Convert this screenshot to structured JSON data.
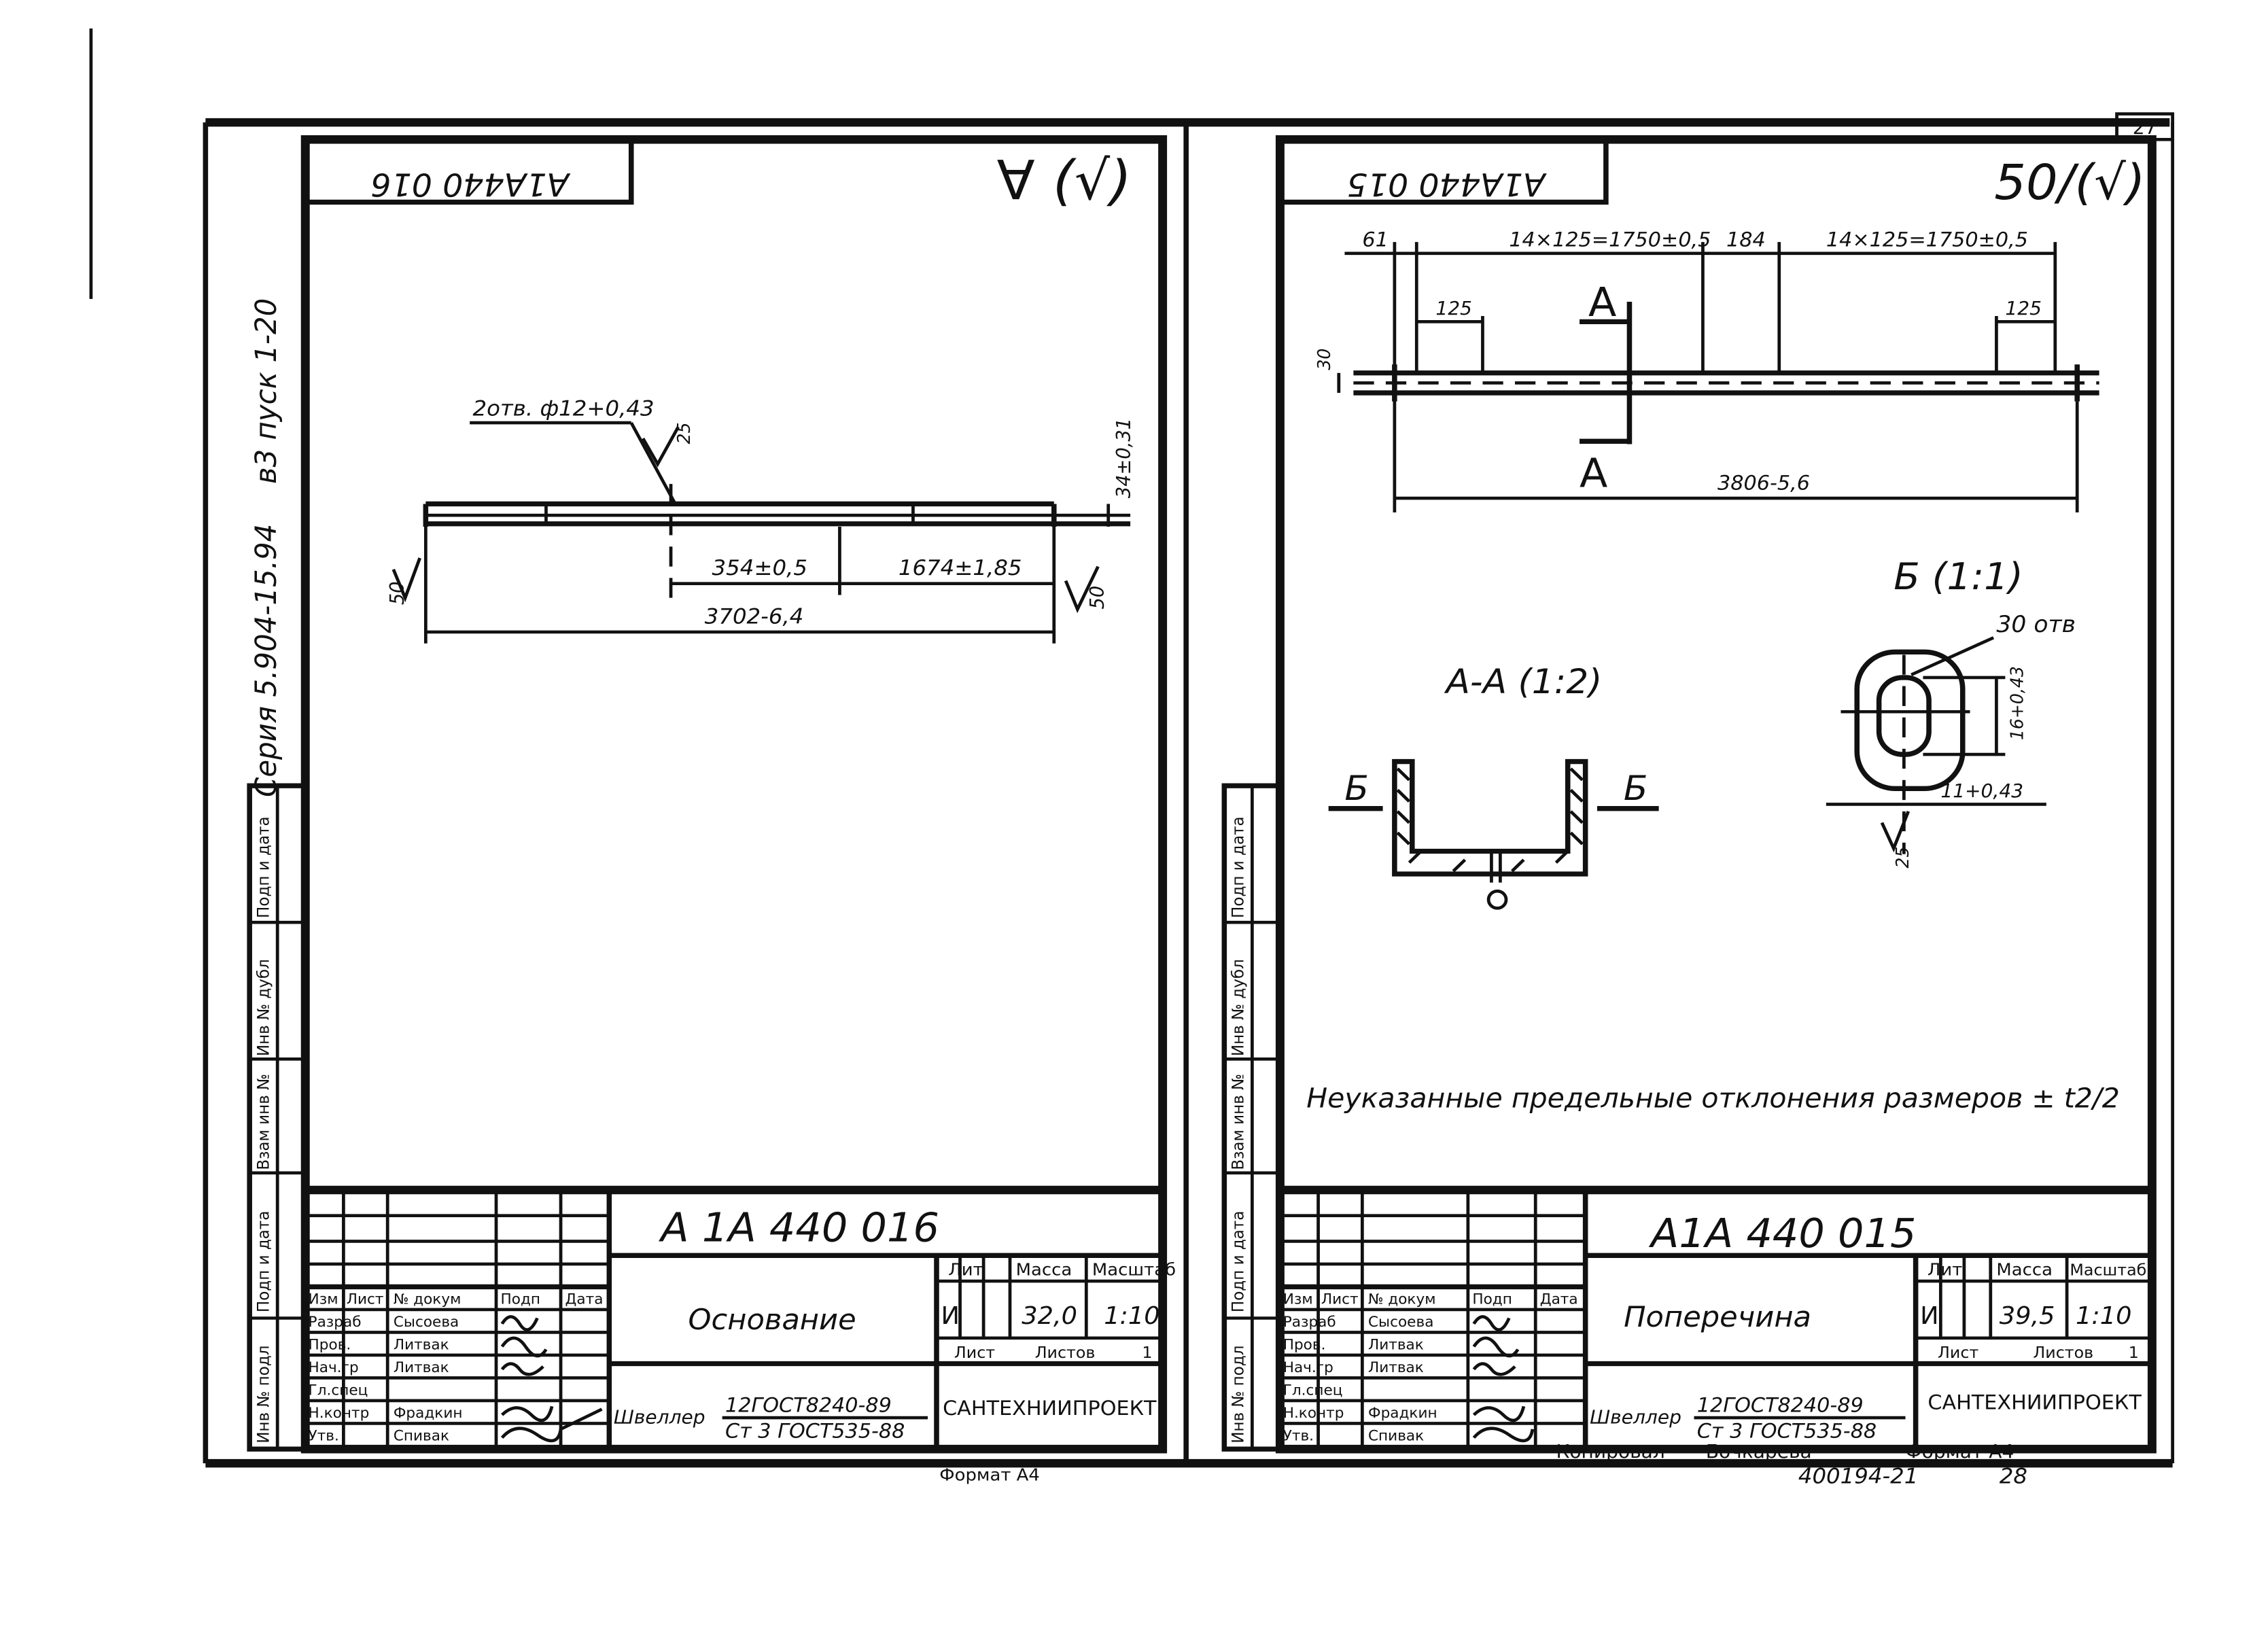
{
  "page": {
    "side_label_series": "Серия 5.904-15.94",
    "side_label_issue": "в3 пуск 1-20",
    "footer_copied": "Копировал",
    "footer_copier": "Бочкарева",
    "footer_format": "Формат А4",
    "footer_code": "400194-21",
    "footer_sheet": "28",
    "corner_sheet": "27"
  },
  "side_stamp": [
    "Подп и дата",
    "Инв № дубл",
    "Взам инв №",
    "Подп и дата",
    "Инв № подл"
  ],
  "left_sheet": {
    "stamp_code_top": "А1А440 016",
    "roughness_mark": "∀ (√)",
    "dimensions": {
      "holes": "2отв. ф12+0,43",
      "hole_roughness": "25",
      "d1": "354±0,5",
      "d2": "1674±1,85",
      "total": "3702-6,4",
      "height": "34±0,31",
      "bevel_left": "50",
      "bevel_right": "50"
    },
    "title_block": {
      "code": "А 1А 440 016",
      "name": "Основание",
      "material_top": "12ГОСТ8240-89",
      "material_bottom": "Ст 3 ГОСТ535-88",
      "material_prefix": "Швеллер",
      "org": "САНТЕХНИИПРОЕКТ",
      "lit": "И",
      "mass": "32,0",
      "scale": "1:10",
      "sheet_label": "Лист",
      "sheets_label": "Листов",
      "sheets_value": "1",
      "hdr_lit": "Лит",
      "hdr_mass": "Масса",
      "hdr_scale": "Масштаб",
      "col_izm": "Изм",
      "col_list": "Лист",
      "col_doc": "№ докум",
      "col_sign": "Подп",
      "col_date": "Дата",
      "roles": [
        "Разраб",
        "Пров.",
        "Нач.гр",
        "Гл.спец",
        "Н.контр",
        "Утв."
      ],
      "people": [
        "Сысоева",
        "Литвак",
        "Литвак",
        "",
        "Фрадкин",
        "Спивак"
      ],
      "format_label": "Формат А4"
    }
  },
  "right_sheet": {
    "stamp_code_top": "А1А440 015",
    "roughness_mark": "50/(√)",
    "dimensions": {
      "d61": "61",
      "span_left": "14×125=1750±0,5",
      "d184": "184",
      "span_right": "14×125=1750±0,5",
      "pitch_left": "125",
      "pitch_right": "125",
      "height": "30",
      "total": "3806-5,6",
      "section_mark": "А"
    },
    "section_aa": "А-А (1:2)",
    "section_b_mark": "Б",
    "view_b": "Б (1:1)",
    "holes_count": "30 отв",
    "hole_h": "16+0,43",
    "hole_w": "11+0,43",
    "hole_roughness": "25",
    "note": "Неуказанные предельные отклонения размеров ± t2/2",
    "title_block": {
      "code": "А1А 440 015",
      "name": "Поперечина",
      "material_top": "12ГОСТ8240-89",
      "material_bottom": "Ст 3 ГОСТ535-88",
      "material_prefix": "Швеллер",
      "org": "САНТЕХНИИПРОЕКТ",
      "lit": "И",
      "mass": "39,5",
      "scale": "1:10",
      "sheet_label": "Лист",
      "sheets_label": "Листов",
      "sheets_value": "1",
      "hdr_lit": "Лит",
      "hdr_mass": "Масса",
      "hdr_scale": "Масштаб",
      "col_izm": "Изм",
      "col_list": "Лист",
      "col_doc": "№ докум",
      "col_sign": "Подп",
      "col_date": "Дата",
      "roles": [
        "Разраб",
        "Пров.",
        "Нач.гр",
        "Гл.спец",
        "Н.контр",
        "Утв."
      ],
      "people": [
        "Сысоева",
        "Литвак",
        "Литвак",
        "",
        "Фрадкин",
        "Спивак"
      ]
    }
  }
}
